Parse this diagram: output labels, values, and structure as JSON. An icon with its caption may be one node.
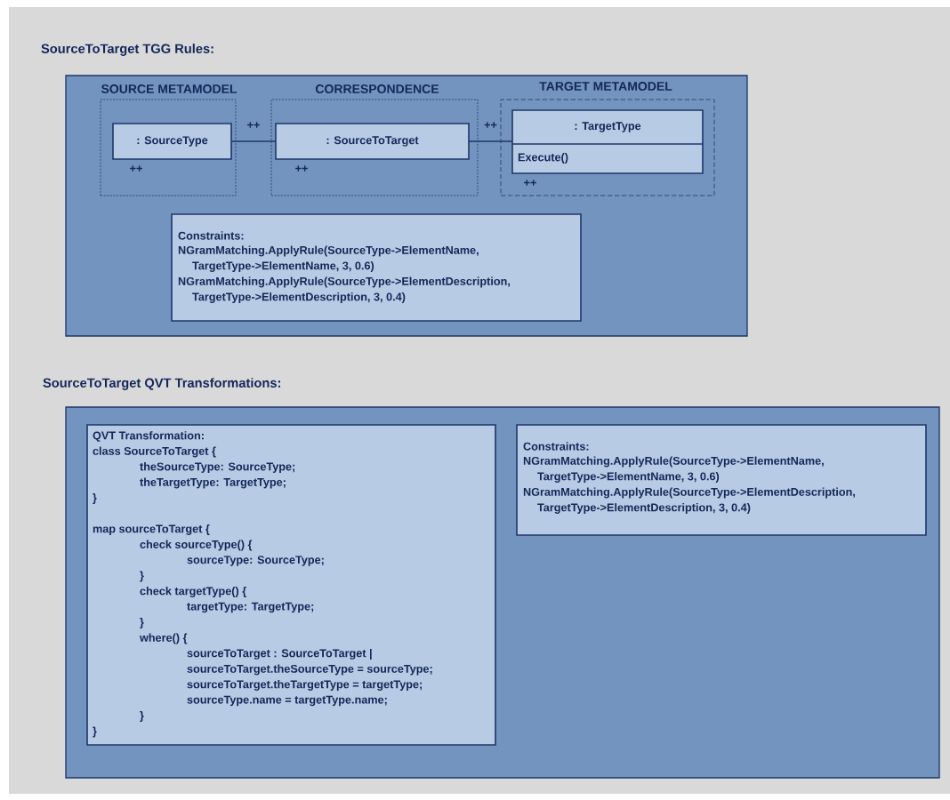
{
  "diagram": {
    "nodes": [
      {
        "text": [
          "SourceToTarget TGG Rules:"
        ]
      },
      {
        "text": [
          "SOURCE METAMODEL"
        ],
        "in": 0
      },
      {
        "text": [
          ": SourceType"
        ],
        "beside": [
          "++"
        ],
        "in": 1
      },
      {
        "text": [
          "CORRESPONDENCE"
        ],
        "in": 0
      },
      {
        "text": [
          ": SourceToTarget"
        ],
        "beside": [
          "++"
        ],
        "in": 3
      },
      {
        "text": [
          "TARGET METAMODEL"
        ],
        "in": 0
      },
      {
        "text": [
          ": TargetType",
          "Execute()"
        ],
        "beside": [
          "++"
        ],
        "in": 5
      },
      {
        "text": [
          "Constraints:",
          "NGramMatching.ApplyRule(SourceType->ElementName,",
          "TargetType->ElementName, 3, 0.6)",
          "NGramMatching.ApplyRule(SourceType->ElementDescription,",
          "TargetType->ElementDescription, 3, 0.4)"
        ],
        "in": 0
      },
      {
        "text": [
          "SourceToTarget QVT Transformations:"
        ]
      },
      {
        "text": [
          "QVT Transformation:",
          "class SourceToTarget {",
          "theSourceType: SourceType;",
          "theTargetType: TargetType;",
          "}",
          "map sourceToTarget {",
          "check sourceType() {",
          "sourceType: SourceType;",
          "}",
          "check targetType() {",
          "targetType: TargetType;",
          "}",
          "where() {",
          "sourceToTarget : SourceToTarget  |",
          "sourceToTarget.theSourceType = sourceType;",
          "sourceToTarget.theTargetType = targetType;",
          "sourceType.name = targetType.name;",
          "}",
          "}"
        ],
        "in": 8
      },
      {
        "text": [
          "Constraints:",
          "NGramMatching.ApplyRule(SourceType->ElementName,",
          "TargetType->ElementName, 3, 0.6)",
          "NGramMatching.ApplyRule(SourceType->ElementDescription,",
          "TargetType->ElementDescription, 3, 0.4)"
        ],
        "in": 8
      }
    ],
    "edges": [
      {
        "from": 2,
        "to": 4,
        "arrow": "none",
        "label": "++"
      },
      {
        "from": 4,
        "to": 6,
        "arrow": "none",
        "label": "++"
      }
    ]
  }
}
